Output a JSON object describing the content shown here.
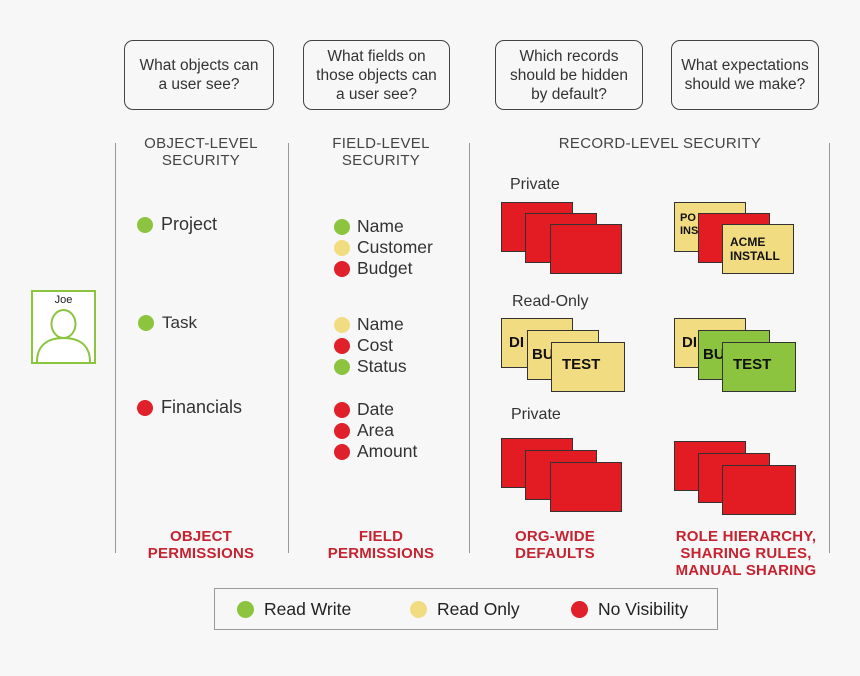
{
  "questions": [
    "What objects can\na user see?",
    "What fields on\nthose objects can\na user see?",
    "Which records\nshould be hidden\nby default?",
    "What expectations\nshould we make?"
  ],
  "headings": {
    "object": "OBJECT-LEVEL\nSECURITY",
    "field": "FIELD-LEVEL\nSECURITY",
    "record": "RECORD-LEVEL SECURITY"
  },
  "user": {
    "name": "Joe"
  },
  "objects": [
    {
      "label": "Project",
      "access": "read-write"
    },
    {
      "label": "Task",
      "access": "read-write"
    },
    {
      "label": "Financials",
      "access": "no-visibility"
    }
  ],
  "field_groups": [
    [
      {
        "label": "Name",
        "access": "read-write"
      },
      {
        "label": "Customer",
        "access": "read-only"
      },
      {
        "label": "Budget",
        "access": "no-visibility"
      }
    ],
    [
      {
        "label": "Name",
        "access": "read-only"
      },
      {
        "label": "Cost",
        "access": "no-visibility"
      },
      {
        "label": "Status",
        "access": "read-write"
      }
    ],
    [
      {
        "label": "Date",
        "access": "no-visibility"
      },
      {
        "label": "Area",
        "access": "no-visibility"
      },
      {
        "label": "Amount",
        "access": "no-visibility"
      }
    ]
  ],
  "record_rows": [
    {
      "label": "Private"
    },
    {
      "label": "Read-Only"
    },
    {
      "label": "Private"
    }
  ],
  "card_text": {
    "row1_right_back": "PO\nINS",
    "row1_right_front": "ACME\nINSTALL",
    "row2_back": "DI",
    "row2_mid": "BU",
    "row2_front": "TEST"
  },
  "footers": {
    "object": "OBJECT\nPERMISSIONS",
    "field": "FIELD\nPERMISSIONS",
    "org": "ORG-WIDE\nDEFAULTS",
    "role": "ROLE HIERARCHY,\nSHARING RULES,\nMANUAL SHARING"
  },
  "legend": {
    "read_write": "Read Write",
    "read_only": "Read Only",
    "no_visibility": "No Visibility"
  },
  "colors": {
    "read_write": "#8cc43f",
    "read_only": "#f2dc82",
    "no_visibility": "#e0202a",
    "footer_text": "#c62331"
  }
}
